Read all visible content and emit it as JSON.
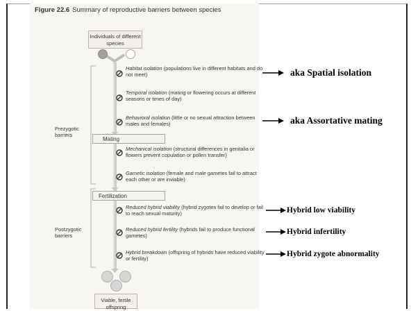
{
  "figure": {
    "label": "Figure 22.6",
    "title": "Summary of reproductive barriers between species"
  },
  "flow": {
    "start": "Individuals of different species",
    "mating": "Mating",
    "fertilization": "Fertilization",
    "end": "Viable, fertile offspring"
  },
  "groups": {
    "prezygotic": "Prezygotic barriers",
    "postzygotic": "Postzygotic barriers"
  },
  "barriers": [
    {
      "name": "Habitat isolation",
      "desc": "(populations live in different habitats and do not meet)"
    },
    {
      "name": "Temporal isolation",
      "desc": "(mating or flowering occurs at different seasons or times of day)"
    },
    {
      "name": "Behavioral isolation",
      "desc": "(little or no sexual attraction between males and females)"
    },
    {
      "name": "Mechanical isolation",
      "desc": "(structural differences in genitalia or flowers prevent copulation or pollen transfer)"
    },
    {
      "name": "Gametic isolation",
      "desc": "(female and male gametes fail to attract each other or are inviable)"
    },
    {
      "name": "Reduced hybrid viability",
      "desc": "(hybrid zygotes fail to develop or fail to reach sexual maturity)"
    },
    {
      "name": "Reduced hybrid fertility",
      "desc": "(hybrids fail to produce functional gametes)"
    },
    {
      "name": "Hybrid breakdown",
      "desc": "(offspring of hybrids have reduced viability or fertility)"
    }
  ],
  "annotations": {
    "spatial": "aka Spatial isolation",
    "assortative": "aka Assortative mating",
    "low_viability": "Hybrid low viability",
    "infertility": "Hybrid infertility",
    "zygote": "Hybrid zygote abnormality"
  },
  "colors": {
    "flow_arrow": "#c8c8c8",
    "bracket": "#bdbdbd",
    "circle_fill": "#cfcfcf",
    "circle_dark": "#9a9a9a"
  }
}
